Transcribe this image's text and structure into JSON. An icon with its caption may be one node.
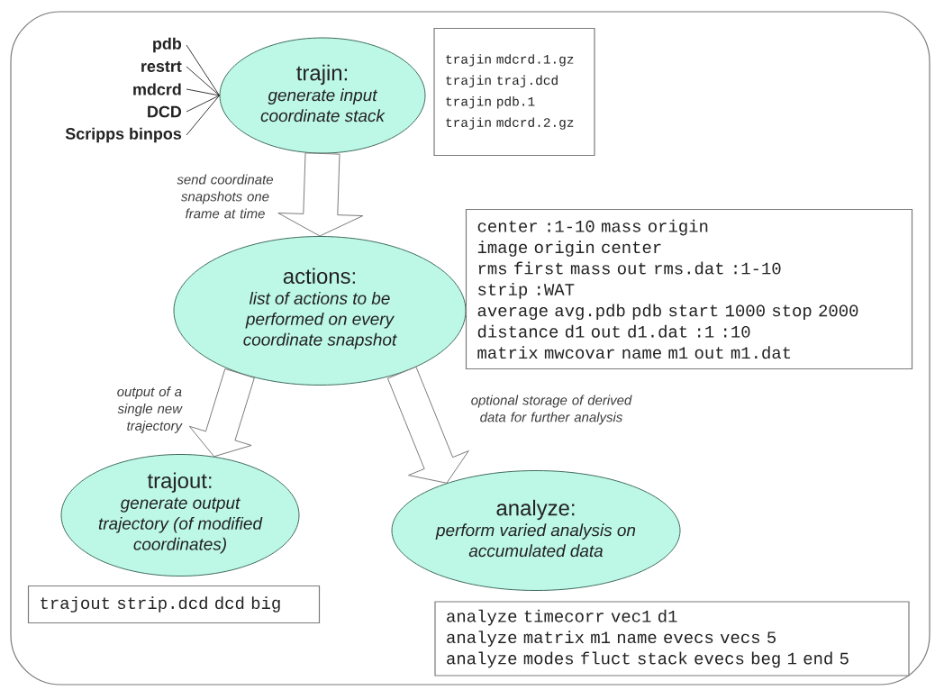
{
  "diagram": {
    "nodes": [
      {
        "text": [
          "pdb"
        ]
      },
      {
        "text": [
          "restrt"
        ]
      },
      {
        "text": [
          "mdcrd"
        ]
      },
      {
        "text": [
          "DCD"
        ]
      },
      {
        "text": [
          "Scripps binpos"
        ]
      },
      {
        "text": [
          "trajin:",
          "generate input coordinate stack"
        ]
      },
      {
        "text": [
          "trajin mdcrd.1.gz",
          "trajin traj.dcd",
          "trajin pdb.1",
          "trajin mdcrd.2.gz"
        ]
      },
      {
        "text": [
          "actions:",
          "list of actions to be performed on every coordinate snapshot"
        ]
      },
      {
        "text": [
          "center :1-10 mass origin",
          "image origin center",
          "rms first mass out rms.dat :1-10",
          "strip :WAT",
          "average avg.pdb pdb start 1000 stop 2000",
          "distance d1 out d1.dat :1 :10",
          "matrix mwcovar name m1 out m1.dat"
        ]
      },
      {
        "text": [
          "trajout:",
          "generate output trajectory (of modified coordinates)"
        ]
      },
      {
        "text": [
          "analyze:",
          "perform varied analysis on accumulated data"
        ]
      },
      {
        "text": [
          "trajout strip.dcd dcd big"
        ]
      },
      {
        "text": [
          "analyze timecorr vec1 d1",
          "analyze matrix m1 name evecs vecs 5",
          "analyze modes fluct stack evecs beg 1 end 5"
        ]
      }
    ],
    "edges": [
      {
        "from": 0,
        "to": 5,
        "arrow": "none"
      },
      {
        "from": 1,
        "to": 5,
        "arrow": "none"
      },
      {
        "from": 2,
        "to": 5,
        "arrow": "none"
      },
      {
        "from": 3,
        "to": 5,
        "arrow": "none"
      },
      {
        "from": 4,
        "to": 5,
        "arrow": "none"
      },
      {
        "from": 5,
        "to": 7,
        "arrow": "to",
        "label": "send coordinate snapshots one frame at time"
      },
      {
        "from": 7,
        "to": 9,
        "arrow": "to",
        "label": "output of a single new trajectory"
      },
      {
        "from": 7,
        "to": 10,
        "arrow": "to",
        "label": "optional storage of derived data for further analysis"
      }
    ]
  }
}
